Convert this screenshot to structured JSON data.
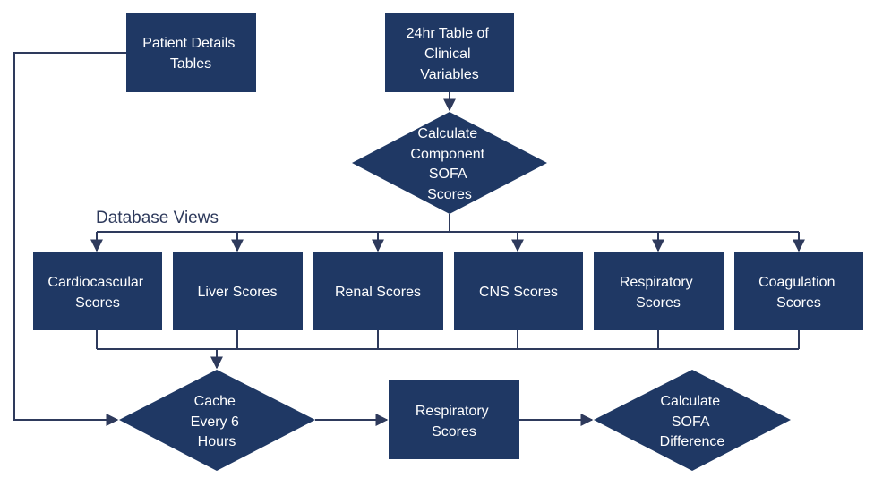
{
  "colors": {
    "node_fill": "#1f3864",
    "node_text": "#ffffff",
    "connector": "#2e3a5c",
    "background": "#ffffff"
  },
  "section_label": "Database Views",
  "nodes": {
    "patient_details": {
      "lines": [
        "Patient Details",
        "Tables"
      ]
    },
    "clinical_variables": {
      "lines": [
        "24hr Table of",
        "Clinical",
        "Variables"
      ]
    },
    "calc_component": {
      "lines": [
        "Calculate",
        "Component",
        "SOFA",
        "Scores"
      ]
    },
    "cardiovascular": {
      "lines": [
        "Cardiocascular",
        "Scores"
      ]
    },
    "liver": {
      "lines": [
        "Liver Scores"
      ]
    },
    "renal": {
      "lines": [
        "Renal Scores"
      ]
    },
    "cns": {
      "lines": [
        "CNS Scores"
      ]
    },
    "respiratory_view": {
      "lines": [
        "Respiratory",
        "Scores"
      ]
    },
    "coagulation": {
      "lines": [
        "Coagulation",
        "Scores"
      ]
    },
    "cache": {
      "lines": [
        "Cache",
        "Every 6",
        "Hours"
      ]
    },
    "respiratory_out": {
      "lines": [
        "Respiratory",
        "Scores"
      ]
    },
    "calc_difference": {
      "lines": [
        "Calculate",
        "SOFA",
        "Difference"
      ]
    }
  }
}
